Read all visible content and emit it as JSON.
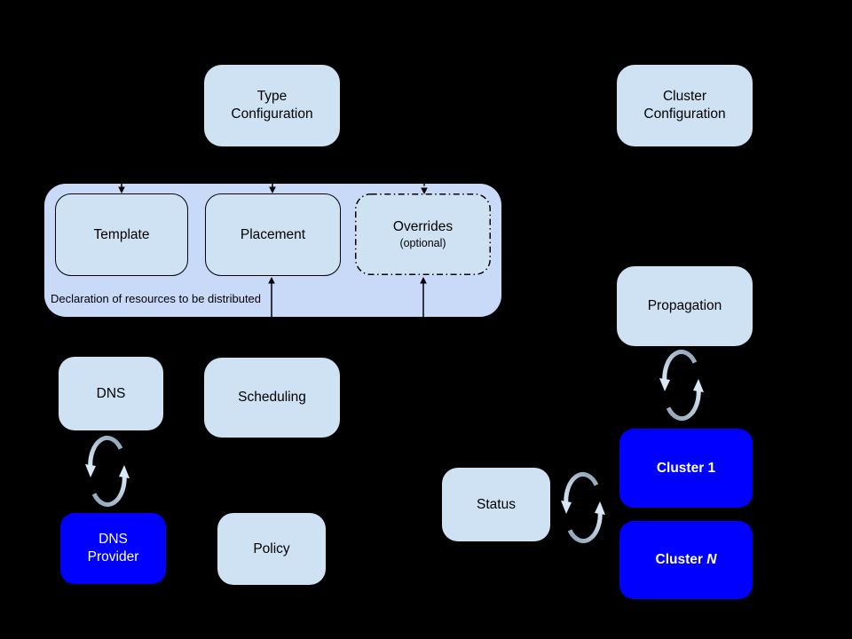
{
  "diagram": {
    "background_color": "#000000",
    "nodes": {
      "type_config": {
        "label": "Type\nConfiguration"
      },
      "cluster_config": {
        "label": "Cluster\nConfiguration"
      },
      "template": {
        "label": "Template"
      },
      "placement": {
        "label": "Placement"
      },
      "overrides": {
        "label": "Overrides",
        "sublabel": "(optional)"
      },
      "dns": {
        "label": "DNS"
      },
      "scheduling": {
        "label": "Scheduling"
      },
      "dns_provider": {
        "label": "DNS\nProvider"
      },
      "policy": {
        "label": "Policy"
      },
      "propagation": {
        "label": "Propagation"
      },
      "status": {
        "label": "Status"
      },
      "cluster_1": {
        "label": "Cluster 1"
      },
      "cluster_n": {
        "label_prefix": "Cluster ",
        "label_suffix": "N"
      }
    },
    "container_caption": "Declaration of resources to be distributed",
    "icons": {
      "sync_icon_count": 3,
      "sync_icon_name": "sync-cycle-icon"
    },
    "colors": {
      "container_fill": "#c9daf8",
      "box_fill": "#cfe2f3",
      "box_border": "#000000",
      "box_text": "#000000",
      "cluster_fill": "#0000ff",
      "cluster_text": "#ffffff",
      "arrow": "#000000",
      "sync_gradient_dark": "#8ba1b5",
      "sync_gradient_light": "#d9e8f6"
    }
  }
}
